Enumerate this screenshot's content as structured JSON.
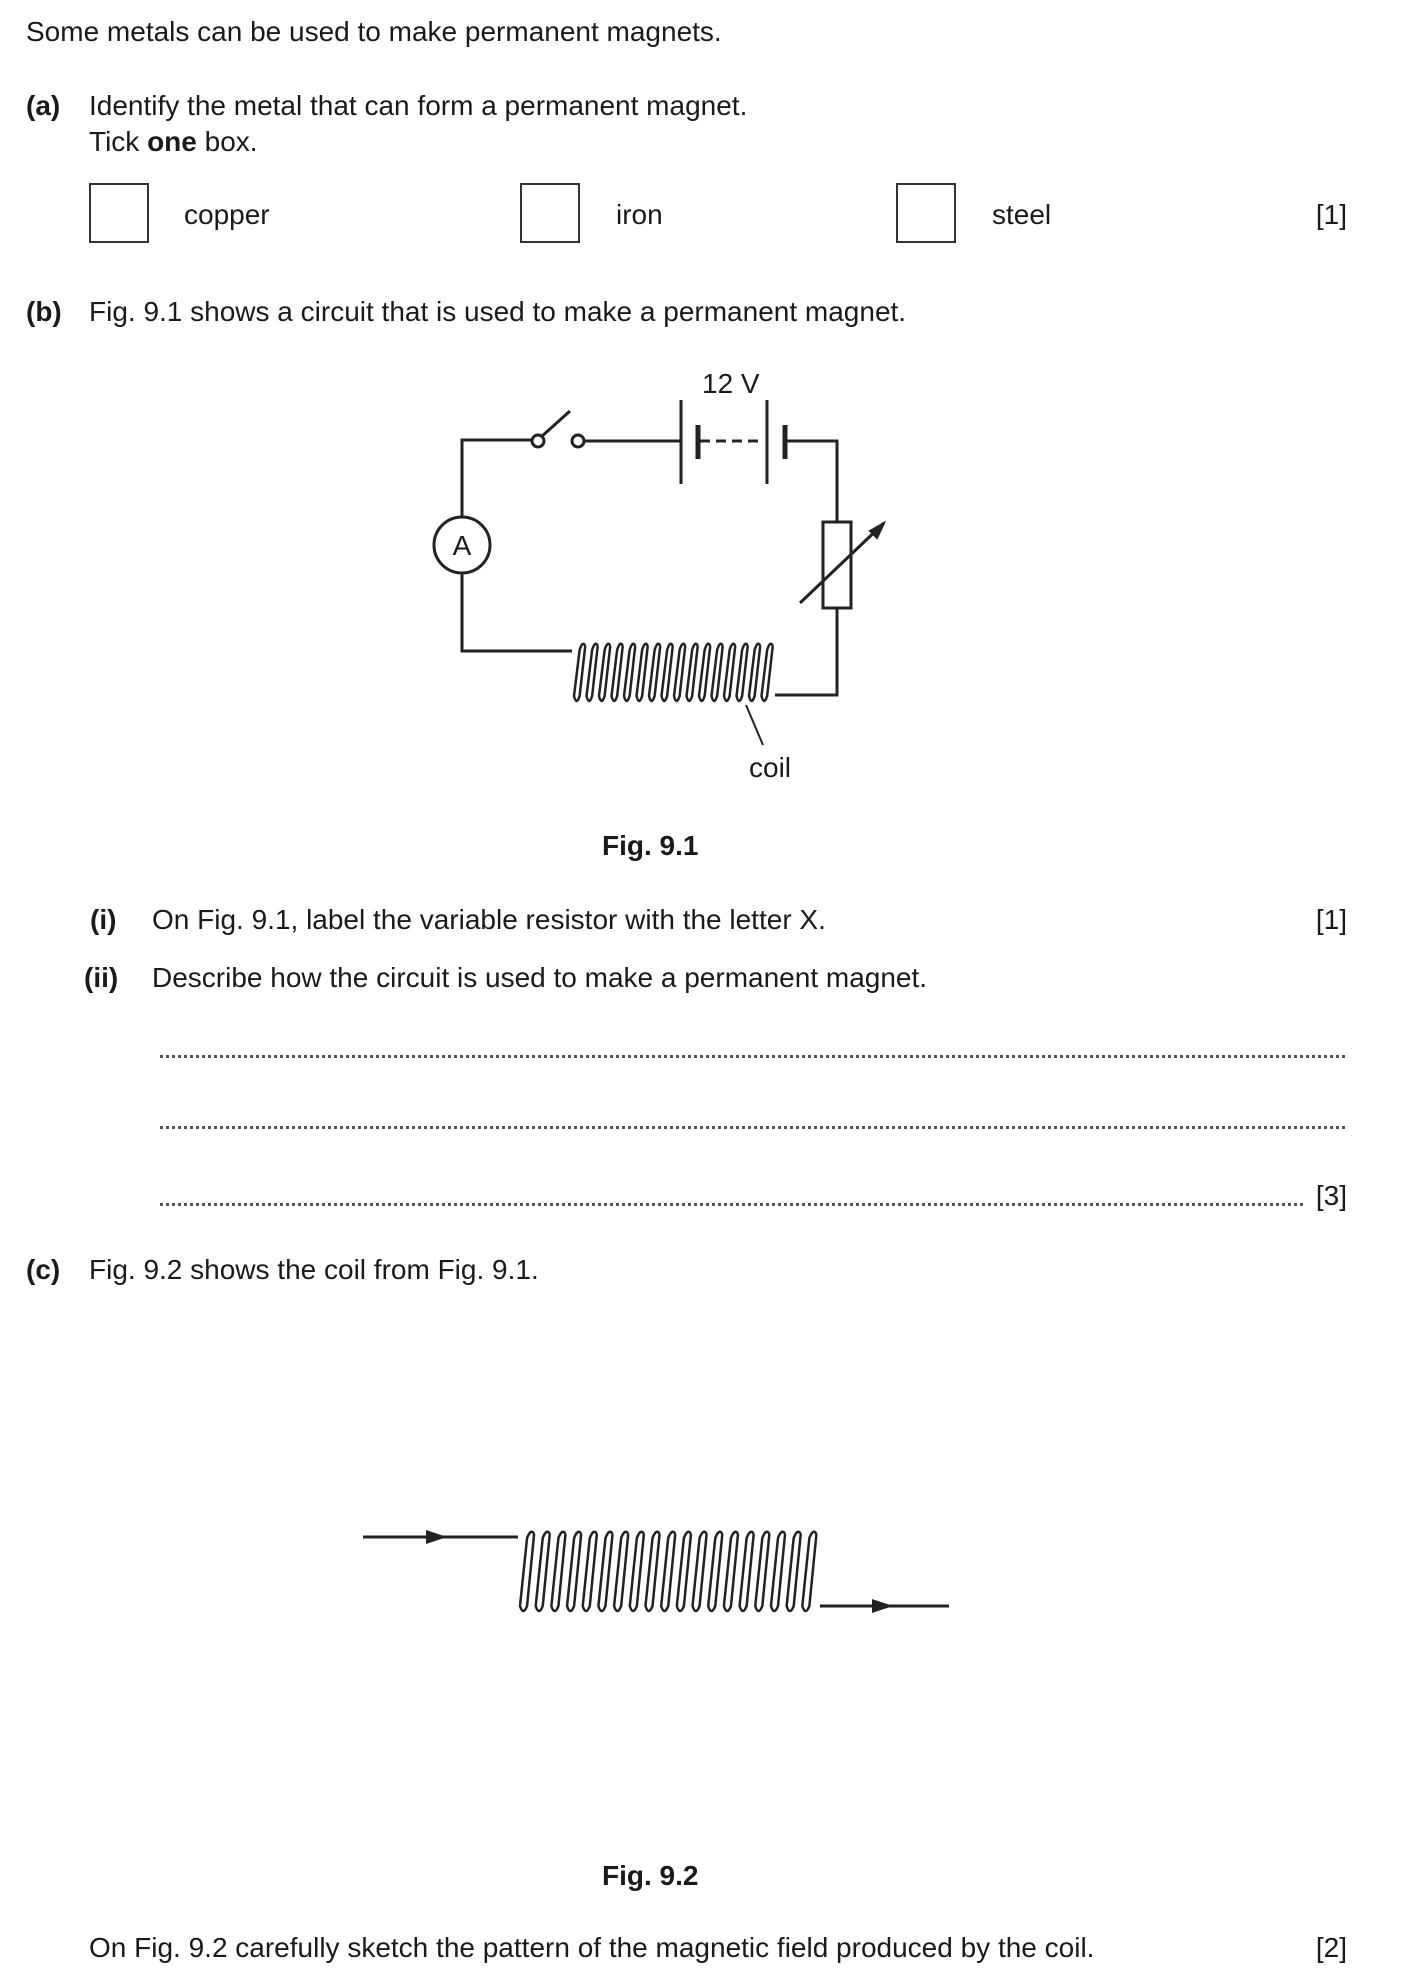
{
  "intro": "Some metals can be used to make permanent magnets.",
  "part_a": {
    "label": "(a)",
    "question": "Identify the metal that can form a permanent magnet.",
    "instruction_prefix": "Tick ",
    "instruction_bold": "one",
    "instruction_suffix": " box.",
    "options": [
      "copper",
      "iron",
      "steel"
    ],
    "marks": "[1]"
  },
  "part_b": {
    "label": "(b)",
    "text": "Fig. 9.1 shows a circuit that is used to make a permanent magnet.",
    "figure": {
      "voltage_label": "12 V",
      "ammeter_label": "A",
      "coil_label": "coil",
      "caption": "Fig. 9.1"
    },
    "sub_i": {
      "label": "(i)",
      "text": "On Fig. 9.1, label the variable resistor with the letter X.",
      "marks": "[1]"
    },
    "sub_ii": {
      "label": "(ii)",
      "text": "Describe how the circuit is used to make a permanent magnet.",
      "marks": "[3]"
    }
  },
  "part_c": {
    "label": "(c)",
    "text": "Fig. 9.2 shows the coil from Fig. 9.1.",
    "caption": "Fig. 9.2",
    "instruction": "On Fig. 9.2 carefully sketch the pattern of the magnetic field produced by the coil.",
    "marks": "[2]"
  }
}
